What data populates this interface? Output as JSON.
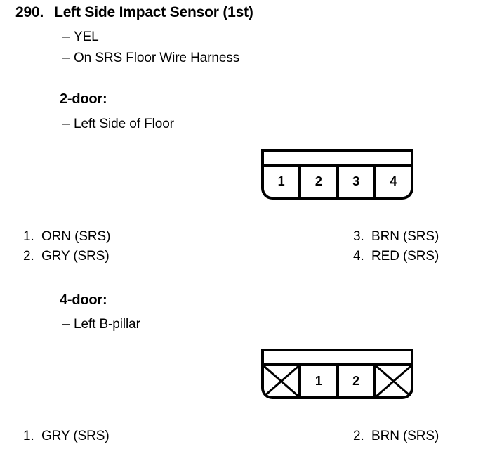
{
  "entry": {
    "number": "290.",
    "title": "Left Side Impact Sensor (1st)",
    "notes": [
      "YEL",
      "On SRS Floor Wire Harness"
    ],
    "dash": "–"
  },
  "sections": [
    {
      "heading": "2-door:",
      "location_note": "Left Side of Floor",
      "connector": {
        "cells": [
          {
            "label": "1",
            "type": "pin"
          },
          {
            "label": "2",
            "type": "pin"
          },
          {
            "label": "3",
            "type": "pin"
          },
          {
            "label": "4",
            "type": "pin"
          }
        ]
      },
      "pins_left": [
        {
          "no": "1.",
          "text": "ORN (SRS)"
        },
        {
          "no": "2.",
          "text": "GRY (SRS)"
        }
      ],
      "pins_right": [
        {
          "no": "3.",
          "text": "BRN (SRS)"
        },
        {
          "no": "4.",
          "text": "RED (SRS)"
        }
      ]
    },
    {
      "heading": "4-door:",
      "location_note": "Left B-pillar",
      "connector": {
        "cells": [
          {
            "label": "",
            "type": "blocked"
          },
          {
            "label": "1",
            "type": "pin"
          },
          {
            "label": "2",
            "type": "pin"
          },
          {
            "label": "",
            "type": "blocked"
          }
        ]
      },
      "pins_left": [
        {
          "no": "1.",
          "text": "GRY (SRS)"
        }
      ],
      "pins_right": [
        {
          "no": "2.",
          "text": "BRN (SRS)"
        }
      ]
    }
  ],
  "colors": {
    "ink": "#000000",
    "paper": "#ffffff"
  }
}
